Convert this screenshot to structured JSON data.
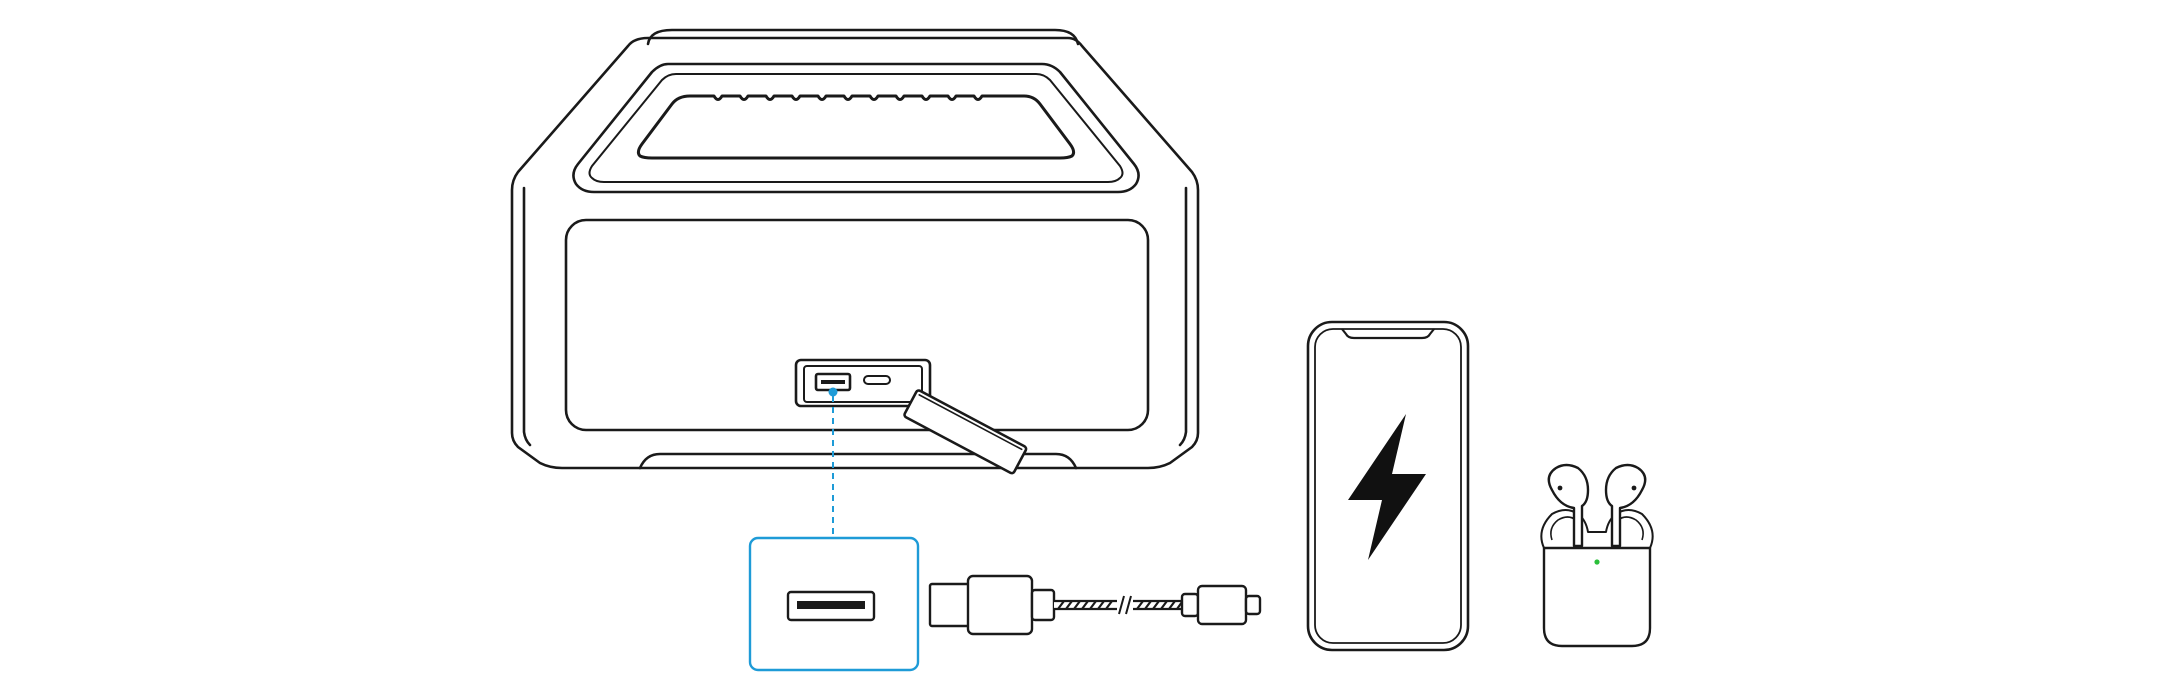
{
  "figure": {
    "kind": "illustration",
    "depicts": [
      "speaker-usb-port",
      "usb-a-port-zoom",
      "usb-cable",
      "smartphone-charging",
      "earbuds-case"
    ],
    "colors": {
      "line": "#1a1a1a",
      "accent": "#1e9bd7",
      "case_led": "#2bbf3a",
      "background": "#ffffff"
    },
    "icons": {
      "bolt": "lightning-bolt-icon"
    }
  }
}
